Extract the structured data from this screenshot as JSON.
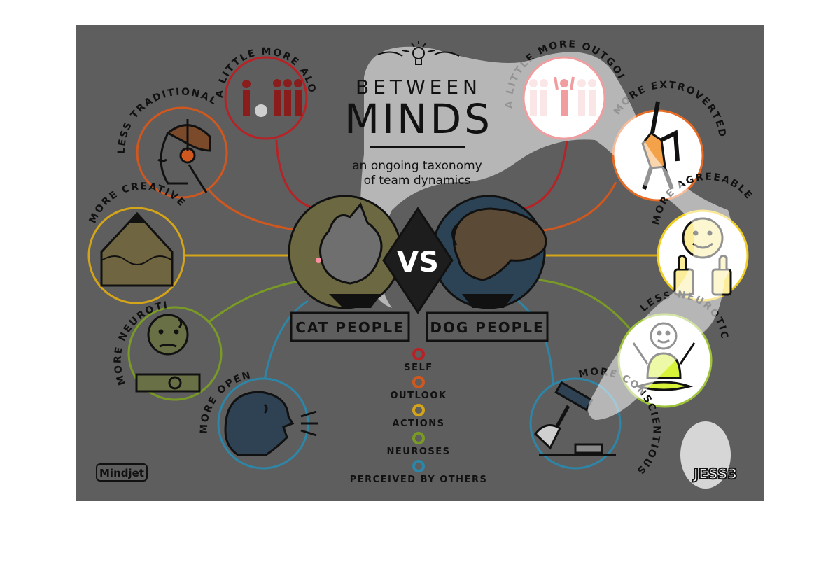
{
  "title": {
    "line1": "BETWEEN",
    "line2": "MINDS",
    "subtitle1": "an ongoing taxonomy",
    "subtitle2": "of team dynamics"
  },
  "center": {
    "vs": "VS",
    "cat_label": "CAT PEOPLE",
    "dog_label": "DOG PEOPLE"
  },
  "cat_traits": {
    "aloof": "A LITTLE MORE ALOOF",
    "traditional": "LESS TRADITIONAL",
    "creative": "MORE CREATIVE",
    "neurotic": "MORE NEUROTIC",
    "open": "MORE OPEN"
  },
  "dog_traits": {
    "outgoing": "A LITTLE MORE OUTGOING",
    "extroverted": "MORE EXTROVERTED",
    "agreeable": "MORE AGREEABLE",
    "neurotic": "LESS NEUROTIC",
    "conscientious": "MORE CONSCIENTIOUS"
  },
  "legend": [
    {
      "label": "SELF",
      "color": "#b52327"
    },
    {
      "label": "OUTLOOK",
      "color": "#d0581f"
    },
    {
      "label": "ACTIONS",
      "color": "#d4a419"
    },
    {
      "label": "NEUROSES",
      "color": "#7a9a26"
    },
    {
      "label": "PERCEIVED BY OTHERS",
      "color": "#2d86a8"
    }
  ],
  "logos": {
    "left": "Mindjet",
    "right": "JESS3"
  },
  "colors": {
    "background": "#5e5e5e",
    "self": "#b52327",
    "outlook": "#d0581f",
    "actions": "#d4a419",
    "neuroses": "#7a9a26",
    "perceived": "#2d86a8"
  }
}
